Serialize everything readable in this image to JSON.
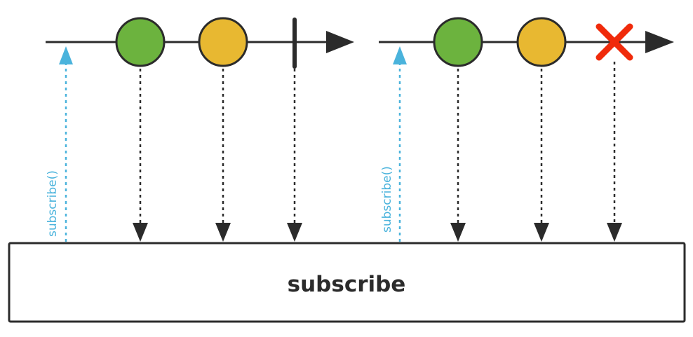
{
  "diagram": {
    "type": "marble-diagram",
    "operator": {
      "label": "subscribe"
    },
    "colors": {
      "line": "#2b2b2b",
      "subscribe_arrow": "#4ab3dc",
      "green_marble": "#6cb33e",
      "yellow_marble": "#e8b831",
      "error": "#f02a0a",
      "box_border": "#2b2b2b"
    },
    "timelines": [
      {
        "name": "completion-stream",
        "subscribe_label": "subscribe()",
        "events": [
          {
            "kind": "item",
            "color": "green",
            "name": "green-marble"
          },
          {
            "kind": "item",
            "color": "yellow",
            "name": "yellow-marble"
          },
          {
            "kind": "complete",
            "name": "completion"
          }
        ],
        "terminal": "complete"
      },
      {
        "name": "error-stream",
        "subscribe_label": "subscribe()",
        "events": [
          {
            "kind": "item",
            "color": "green",
            "name": "green-marble"
          },
          {
            "kind": "item",
            "color": "yellow",
            "name": "yellow-marble"
          },
          {
            "kind": "error",
            "name": "error"
          }
        ],
        "terminal": "error"
      }
    ]
  }
}
